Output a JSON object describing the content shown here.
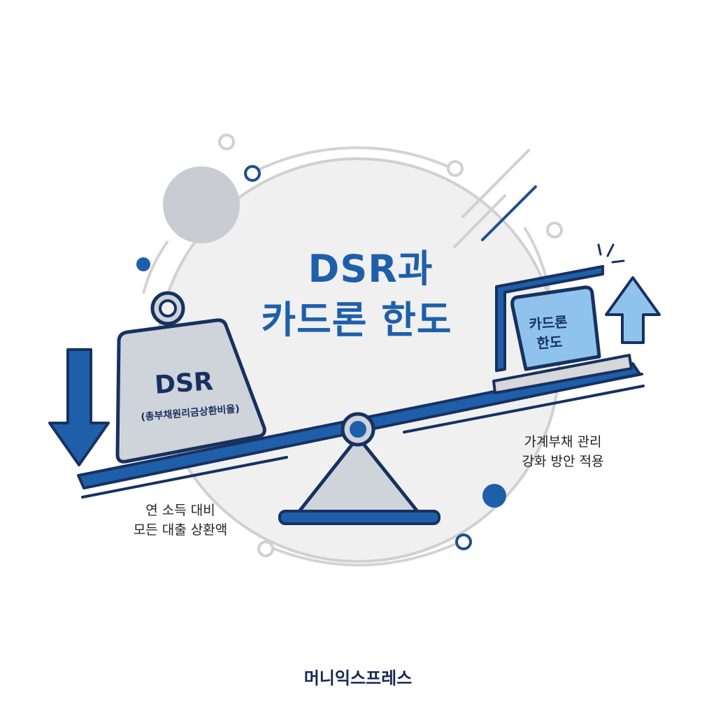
{
  "title": {
    "line1": "DSR과",
    "line2": "카드론 한도"
  },
  "weight": {
    "label": "DSR",
    "sublabel": "(총부채원리금상환비율)"
  },
  "card_limit_box": {
    "line1": "카드론",
    "line2": "한도"
  },
  "notes": {
    "right_line1": "가계부채 관리",
    "right_line2": "강화 방안 적용",
    "left_line1": "연 소득 대비",
    "left_line2": "모든 대출 상환액"
  },
  "brand": "머니익스프레스",
  "icons": {
    "left_arrow": "arrow-down-icon",
    "right_arrow": "arrow-up-icon",
    "weight": "weight-icon",
    "seesaw": "seesaw-icon"
  },
  "colors": {
    "primary_blue": "#1f5faa",
    "dark_navy": "#17315f",
    "light_blue": "#8fc3ee",
    "light_gray": "#cfd3da",
    "background_circle": "#f0f0f1"
  }
}
